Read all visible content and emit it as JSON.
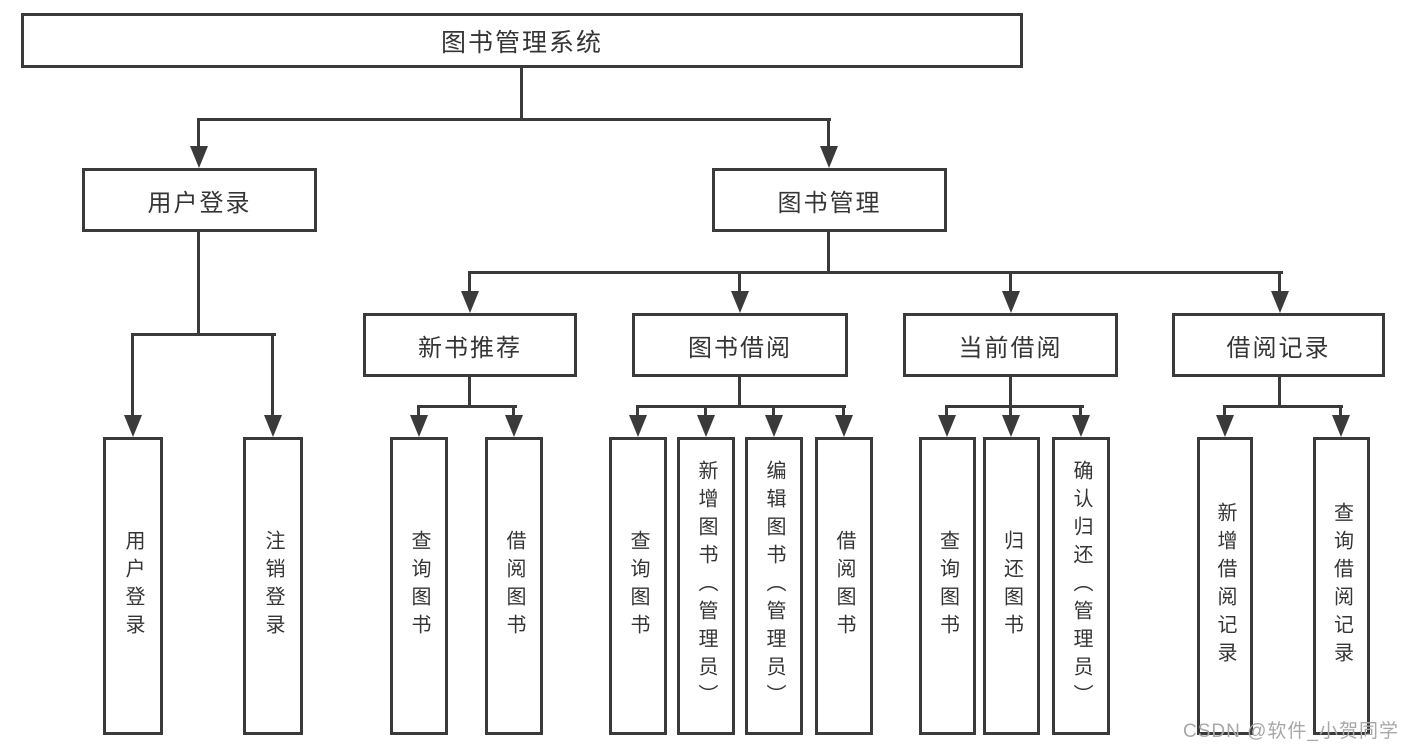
{
  "diagram": {
    "title_node": {
      "label": "图书管理系统"
    },
    "level1": {
      "user_login": {
        "label": "用户登录"
      },
      "book_mgmt": {
        "label": "图书管理"
      }
    },
    "level2": {
      "new_book": {
        "label": "新书推荐"
      },
      "book_borrow": {
        "label": "图书借阅"
      },
      "current_borrow": {
        "label": "当前借阅"
      },
      "borrow_record": {
        "label": "借阅记录"
      }
    },
    "leaves": {
      "user_login_leaf": {
        "label": "用户登录"
      },
      "logout_leaf": {
        "label": "注销登录"
      },
      "nb_query_books": {
        "label": "查询图书"
      },
      "nb_borrow_books": {
        "label": "借阅图书"
      },
      "bb_query_books": {
        "label": "查询图书"
      },
      "bb_add_books": {
        "label": "新增图书（管理员）"
      },
      "bb_edit_books": {
        "label": "编辑图书（管理员）"
      },
      "bb_borrow_books": {
        "label": "借阅图书"
      },
      "cb_query_books": {
        "label": "查询图书"
      },
      "cb_return_books": {
        "label": "归还图书"
      },
      "cb_confirm_return": {
        "label": "确认归还（管理员）"
      },
      "br_add_record": {
        "label": "新增借阅记录"
      },
      "br_query_record": {
        "label": "查询借阅记录"
      }
    }
  },
  "watermark": {
    "text": "CSDN @软件_小贺同学"
  },
  "colors": {
    "line": "#3a3a3a",
    "text": "#353535",
    "watermark": "#a8a8a8",
    "background": "#ffffff"
  }
}
